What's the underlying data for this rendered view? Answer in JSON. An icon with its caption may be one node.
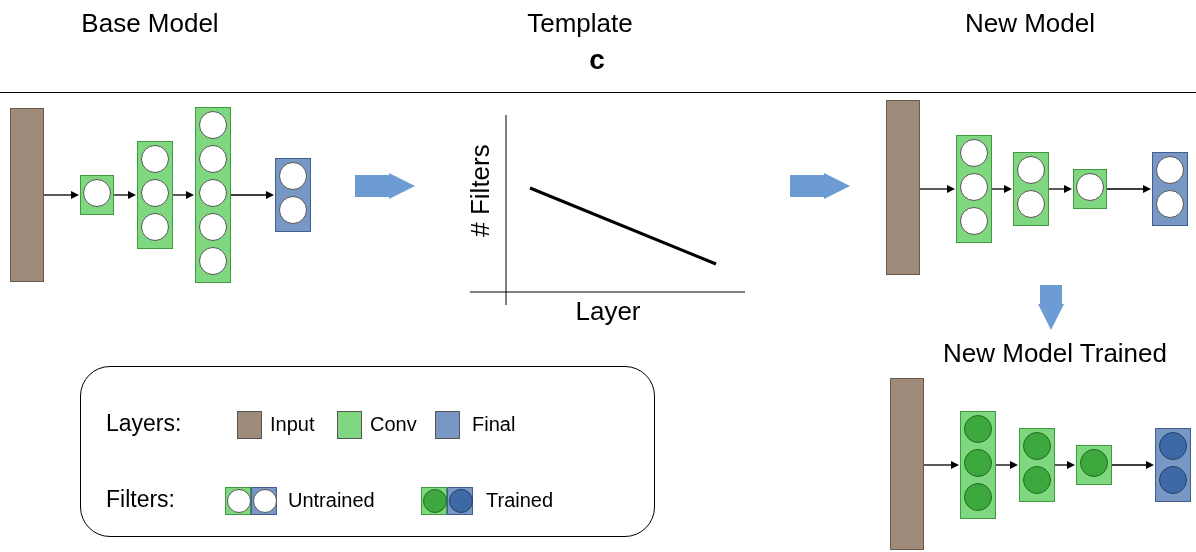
{
  "diagram": {
    "nodes": [
      {
        "text": [
          "Base Model"
        ]
      },
      {
        "text": [],
        "shape": "bar",
        "in": 0
      },
      {
        "text": [],
        "shape": "box",
        "in": 0
      },
      {
        "text": [],
        "shape": "box",
        "in": 0
      },
      {
        "text": [],
        "shape": "box",
        "in": 0
      },
      {
        "text": [],
        "shape": "box",
        "in": 0
      },
      {
        "text": [
          "Template",
          "c",
          "# Filters",
          "Layer"
        ]
      },
      {
        "text": [
          "New Model"
        ]
      },
      {
        "text": [],
        "shape": "bar",
        "in": 7
      },
      {
        "text": [],
        "shape": "box",
        "in": 7
      },
      {
        "text": [],
        "shape": "box",
        "in": 7
      },
      {
        "text": [],
        "shape": "box",
        "in": 7
      },
      {
        "text": [],
        "shape": "box",
        "in": 7
      },
      {
        "text": [
          "New Model Trained"
        ]
      },
      {
        "text": [],
        "shape": "bar",
        "in": 13
      },
      {
        "text": [],
        "shape": "box",
        "in": 13
      },
      {
        "text": [],
        "shape": "box",
        "in": 13
      },
      {
        "text": [],
        "shape": "box",
        "in": 13
      },
      {
        "text": [],
        "shape": "box",
        "in": 13
      }
    ],
    "edges": [
      {
        "from": 1,
        "to": 2,
        "arrow": "to"
      },
      {
        "from": 2,
        "to": 3,
        "arrow": "to"
      },
      {
        "from": 3,
        "to": 4,
        "arrow": "to"
      },
      {
        "from": 4,
        "to": 5,
        "arrow": "to"
      },
      {
        "from": 0,
        "to": 6,
        "arrow": "to",
        "style": "thick",
        "color": "#6d9bd3"
      },
      {
        "from": 6,
        "to": 7,
        "arrow": "to",
        "style": "thick",
        "color": "#6d9bd3"
      },
      {
        "from": 8,
        "to": 9,
        "arrow": "to"
      },
      {
        "from": 9,
        "to": 10,
        "arrow": "to"
      },
      {
        "from": 10,
        "to": 11,
        "arrow": "to"
      },
      {
        "from": 11,
        "to": 12,
        "arrow": "to"
      },
      {
        "from": 7,
        "to": 13,
        "arrow": "to",
        "style": "thick",
        "color": "#6d9bd3"
      },
      {
        "from": 14,
        "to": 15,
        "arrow": "to"
      },
      {
        "from": 15,
        "to": 16,
        "arrow": "to"
      },
      {
        "from": 16,
        "to": 17,
        "arrow": "to"
      },
      {
        "from": 17,
        "to": 18,
        "arrow": "to"
      }
    ],
    "labels": [
      "Layers:",
      "Filters:"
    ],
    "legend": [
      {
        "text": "Input",
        "color": "#9e8b7a"
      },
      {
        "text": "Conv",
        "color": "#7fd77f"
      },
      {
        "text": "Final",
        "color": "#7897c4"
      },
      {
        "text": "Untrained"
      },
      {
        "text": "Trained"
      }
    ]
  }
}
